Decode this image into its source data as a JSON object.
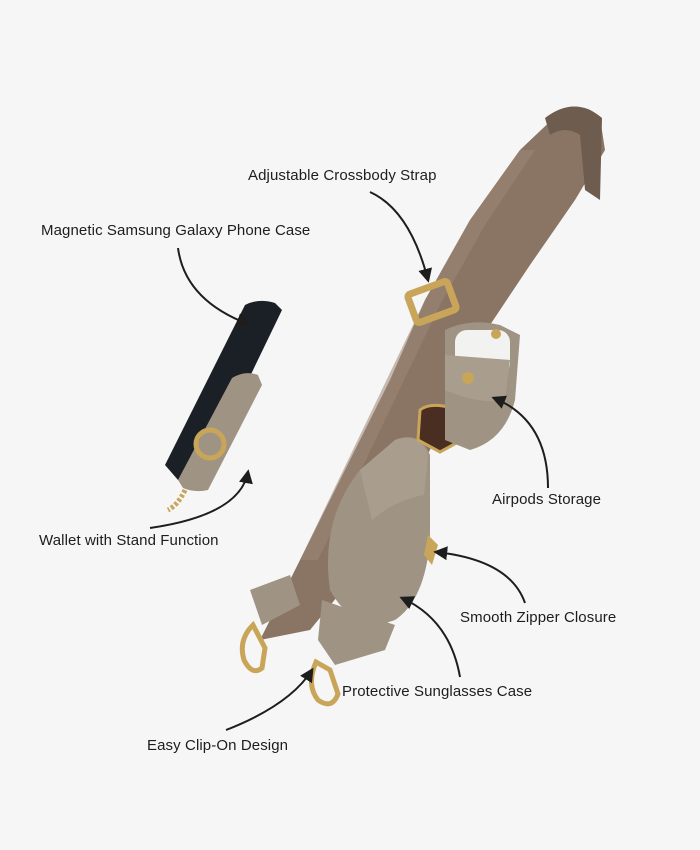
{
  "image": {
    "background": "#f6f6f6",
    "colors": {
      "strap": "#8a7565",
      "strap_dark": "#6e5c4e",
      "leather": "#9f9484",
      "leather_dark": "#7f7566",
      "gold": "#c9a55a",
      "phone": "#1b1f26",
      "airpods": "#f2f2f0"
    }
  },
  "callouts": {
    "crossbody": "Adjustable Crossbody Strap",
    "phone_case": "Magnetic Samsung Galaxy Phone Case",
    "wallet": "Wallet with Stand Function",
    "airpods": "Airpods Storage",
    "zipper": "Smooth Zipper Closure",
    "sunglasses": "Protective Sunglasses Case",
    "clip": "Easy Clip-On Design"
  }
}
